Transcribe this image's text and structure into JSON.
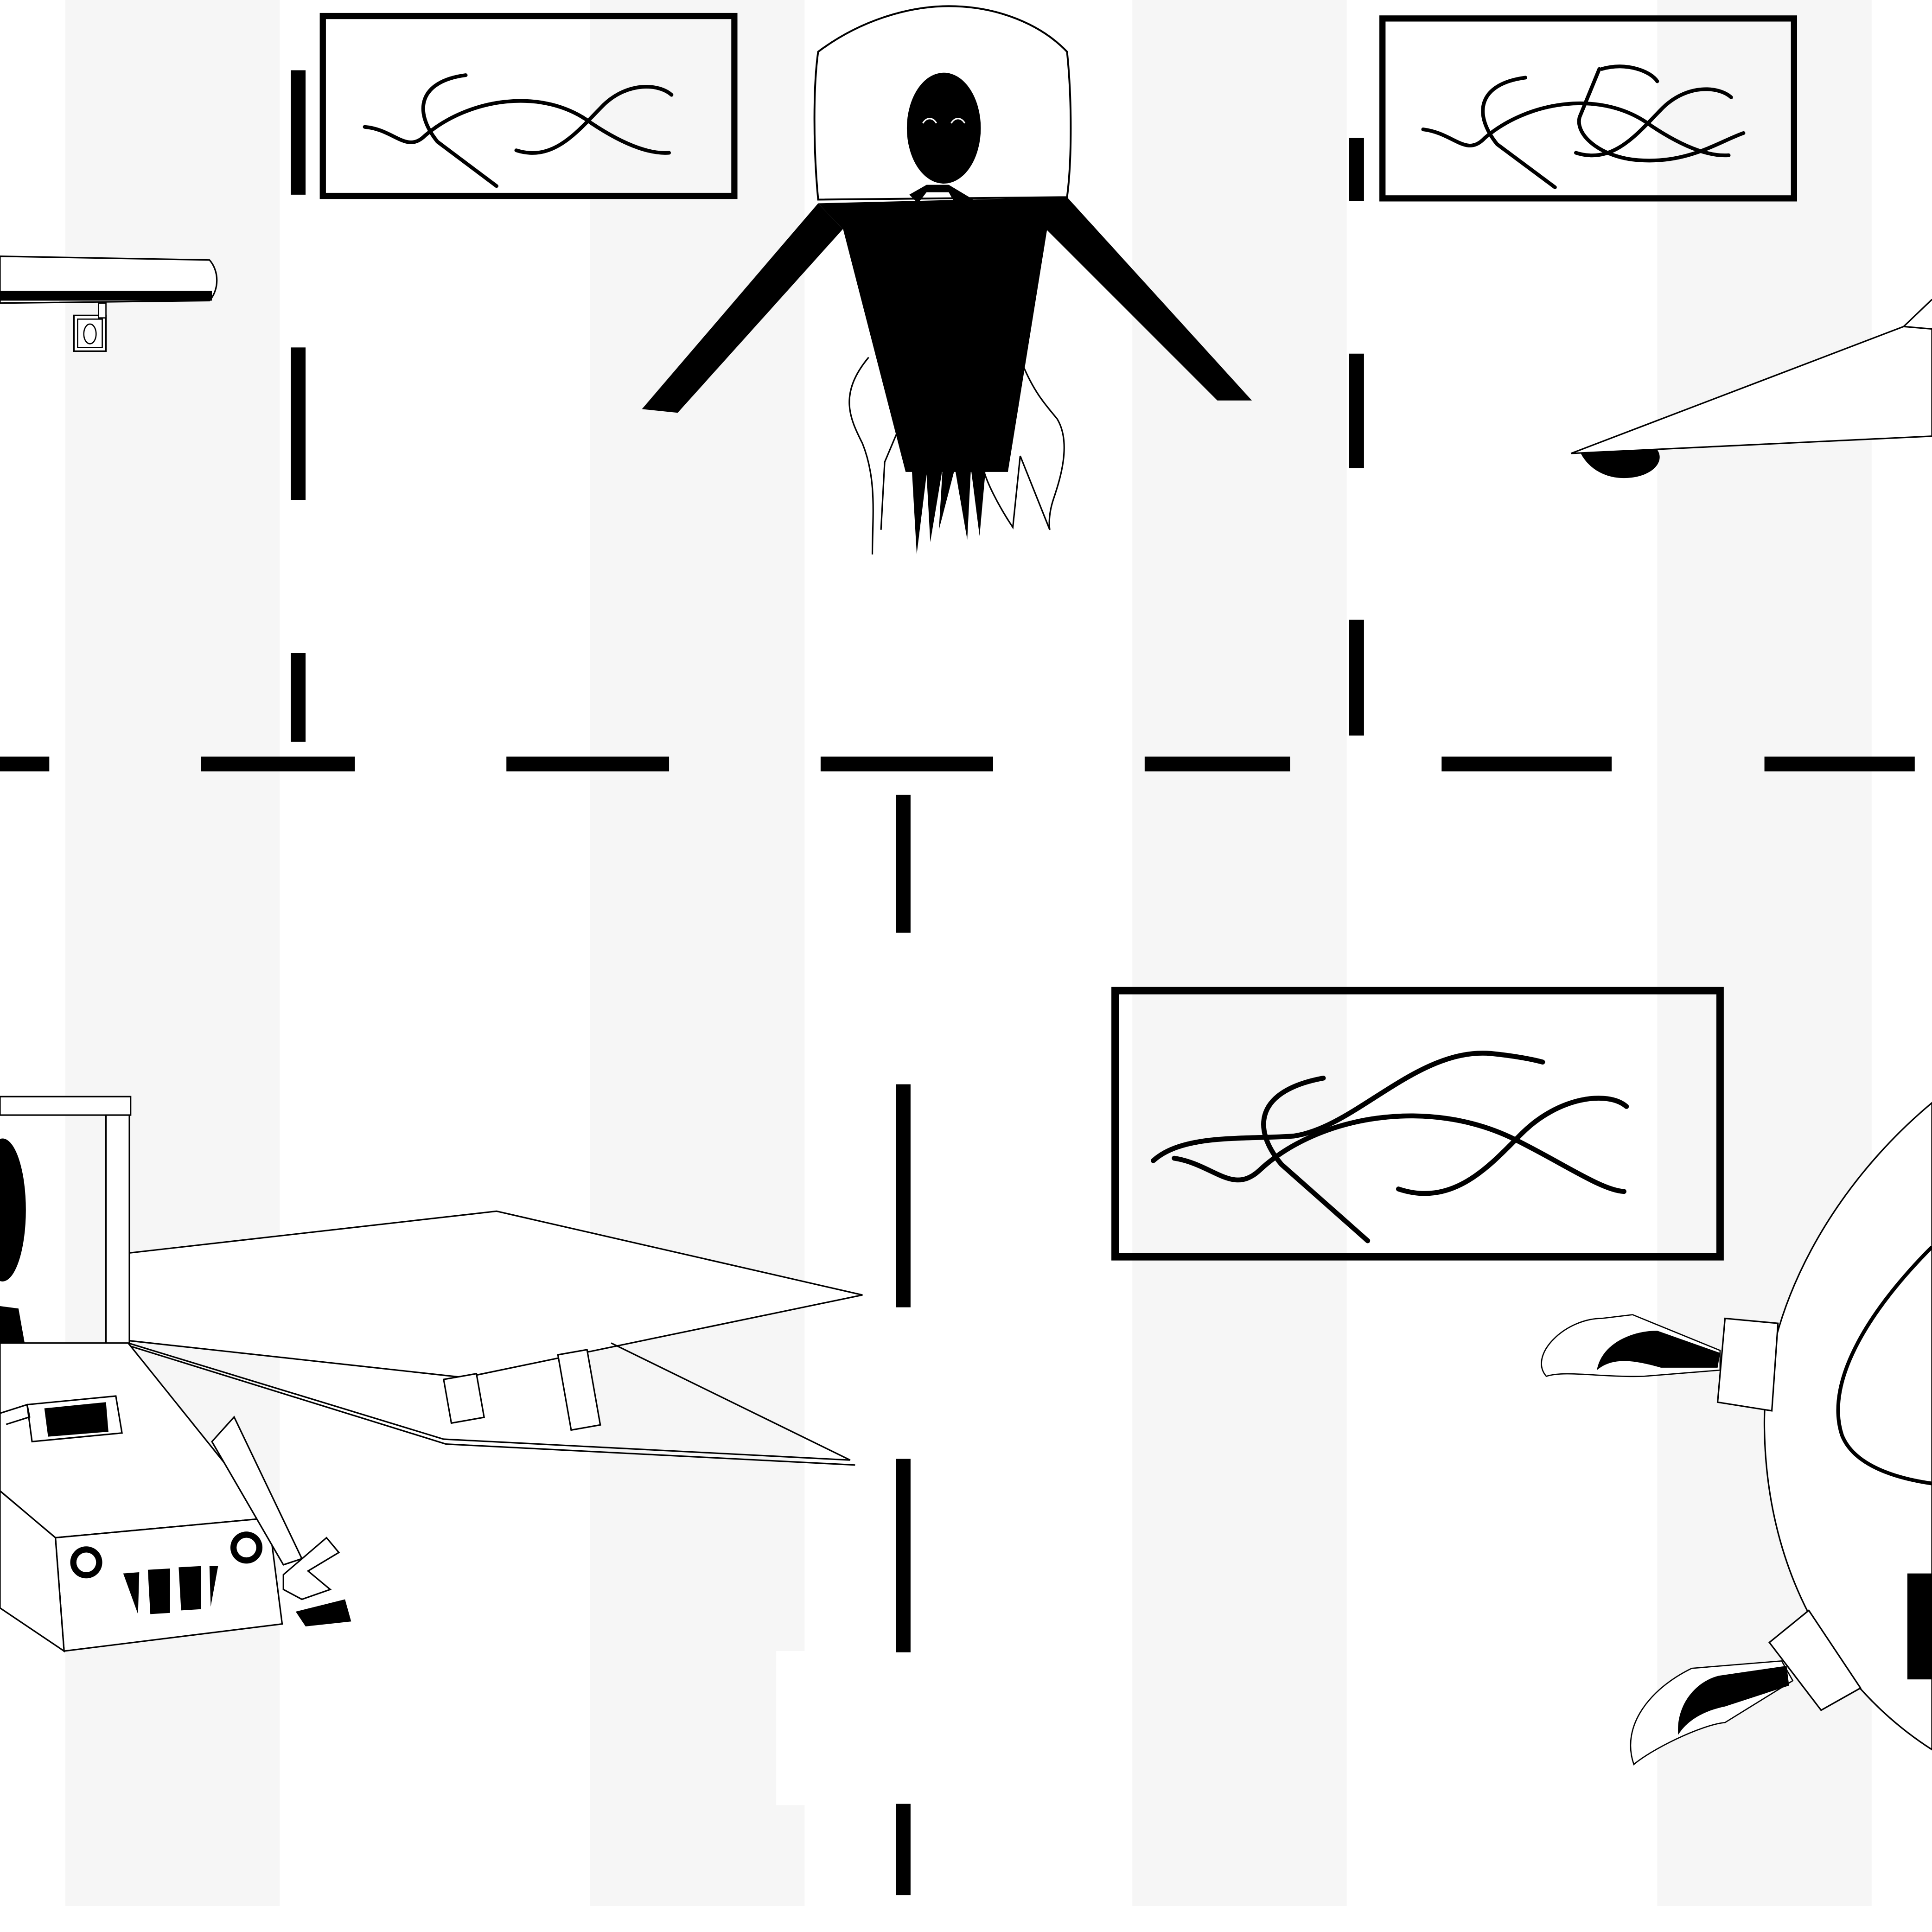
{
  "canvas": {
    "background": "#ffffff",
    "stripe": "#f6f6f6",
    "ink": "#000000",
    "paper": "#ffffff"
  },
  "scene": {
    "description_free": true,
    "icons": [
      "dashed-road-lines",
      "signature-frame",
      "hooded-figure",
      "aircraft-wing",
      "robot-station",
      "clawed-pod"
    ]
  }
}
